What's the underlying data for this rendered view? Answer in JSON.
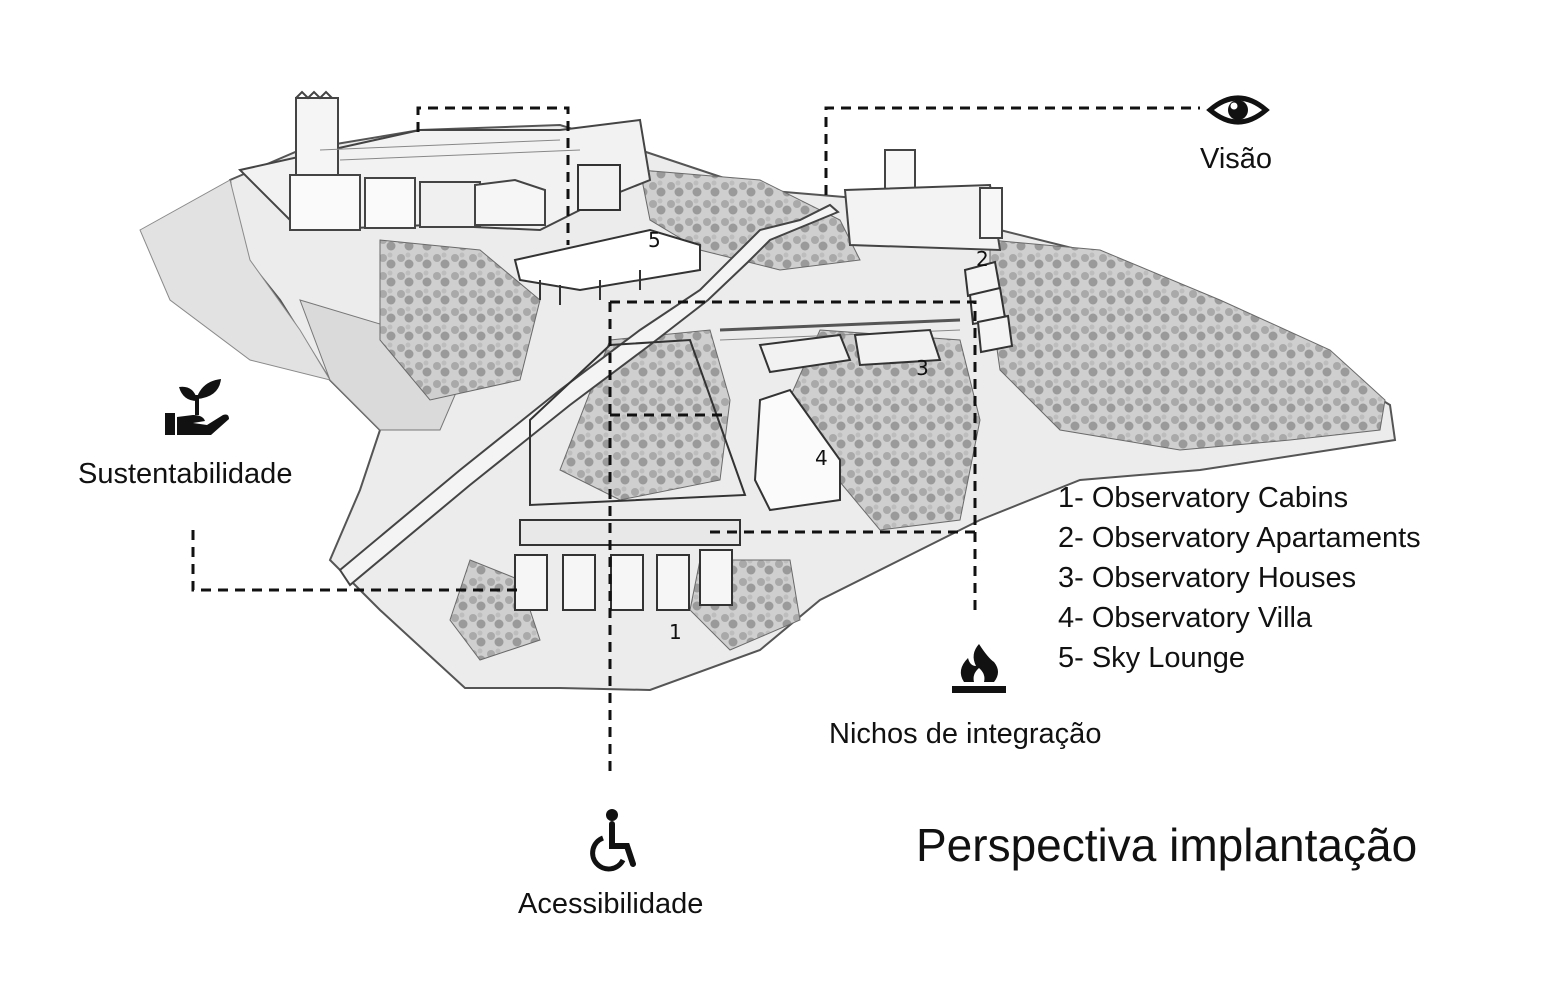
{
  "title": "Perspectiva implantação",
  "concepts": {
    "visao": {
      "label": "Visão",
      "icon": "eye-icon"
    },
    "sustentabilidade": {
      "label": "Sustentabilidade",
      "icon": "hand-plant-icon"
    },
    "nichos": {
      "label": "Nichos de integração",
      "icon": "campfire-icon"
    },
    "acessibilidade": {
      "label": "Acessibilidade",
      "icon": "wheelchair-icon"
    }
  },
  "legend": [
    "1- Observatory Cabins",
    "2- Observatory Apartaments",
    "3- Observatory Houses",
    "4- Observatory Villa",
    "5- Sky Lounge"
  ],
  "markers": [
    "1",
    "2",
    "3",
    "4",
    "5"
  ]
}
